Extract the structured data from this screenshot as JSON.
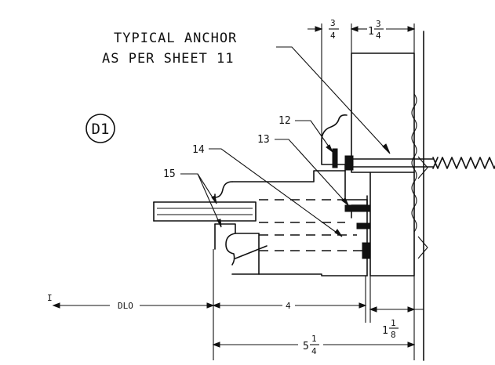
{
  "notes": {
    "anchor_line1": "TYPICAL ANCHOR",
    "anchor_line2": "AS PER SHEET 11"
  },
  "detail_tag": "D1",
  "callouts": {
    "c12": "12",
    "c13": "13",
    "c14": "14",
    "c15": "15"
  },
  "dimensions": {
    "top_left_frac": "3/4",
    "top_left_num": "3",
    "top_left_den": "4",
    "top_right_whole": "1",
    "top_right_num": "3",
    "top_right_den": "4",
    "dlo": "DLO",
    "four": "4",
    "bottom_right_whole": "1",
    "bottom_right_num": "1",
    "bottom_right_den": "8",
    "overall_whole": "5",
    "overall_num": "1",
    "overall_den": "4",
    "left_mark": "I"
  }
}
